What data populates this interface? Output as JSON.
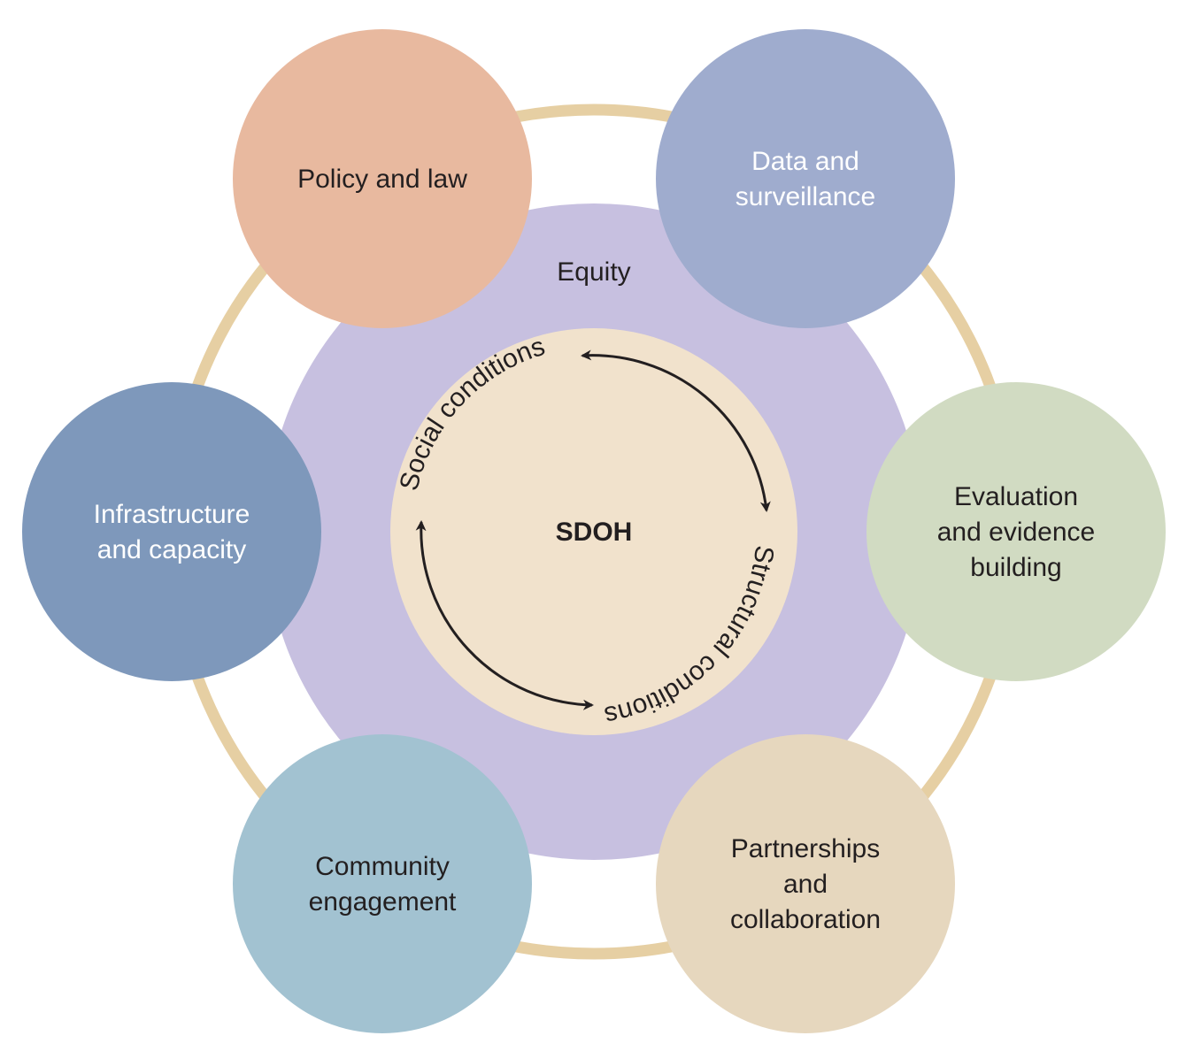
{
  "diagram": {
    "center_label": "SDOH",
    "ring_label": "Equity",
    "arc_labels": {
      "social": "Social conditions",
      "structural": "Structural conditions"
    },
    "nodes": [
      {
        "id": "policy",
        "lines": [
          "Policy and law"
        ],
        "fill": "#e8b99f",
        "text_color": "#231f20"
      },
      {
        "id": "data",
        "lines": [
          "Data and",
          "surveillance"
        ],
        "fill": "#9facce",
        "text_color": "#ffffff"
      },
      {
        "id": "evaluation",
        "lines": [
          "Evaluation",
          "and evidence",
          "building"
        ],
        "fill": "#d1dbc2",
        "text_color": "#231f20"
      },
      {
        "id": "partnerships",
        "lines": [
          "Partnerships",
          "and",
          "collaboration"
        ],
        "fill": "#e6d7be",
        "text_color": "#231f20"
      },
      {
        "id": "community",
        "lines": [
          "Community",
          "engagement"
        ],
        "fill": "#a2c2d1",
        "text_color": "#231f20"
      },
      {
        "id": "infrastructure",
        "lines": [
          "Infrastructure",
          "and capacity"
        ],
        "fill": "#7e98bb",
        "text_color": "#ffffff"
      }
    ],
    "colors": {
      "outer_ring": "#e6cfa3",
      "equity_disc": "#c7c0e0",
      "sdoh_disc": "#f1e2cc",
      "arrow": "#231f20"
    }
  }
}
